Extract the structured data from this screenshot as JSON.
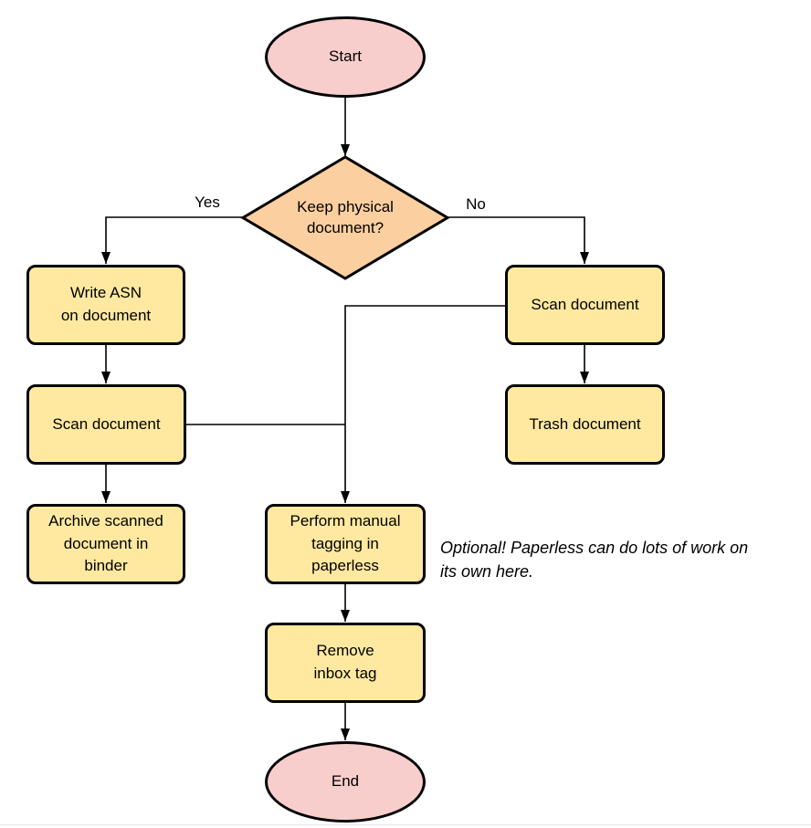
{
  "diagram_type": "flowchart",
  "colors": {
    "terminal_fill": "#f8cecc",
    "decision_fill": "#fbcfa0",
    "process_fill": "#ffe9a0",
    "stroke": "#000000"
  },
  "nodes": {
    "start": {
      "label": "Start",
      "shape": "ellipse"
    },
    "decision": {
      "label": "Keep physical\ndocument?",
      "shape": "diamond"
    },
    "write_asn": {
      "label": "Write ASN\non document",
      "shape": "process"
    },
    "scan_left": {
      "label": "Scan document",
      "shape": "process"
    },
    "archive": {
      "label": "Archive scanned\ndocument in\nbinder",
      "shape": "process"
    },
    "scan_right": {
      "label": "Scan document",
      "shape": "process"
    },
    "trash": {
      "label": "Trash document",
      "shape": "process"
    },
    "perform_tagging": {
      "label": "Perform manual\ntagging in\npaperless",
      "shape": "process"
    },
    "remove_inbox": {
      "label": "Remove\ninbox tag",
      "shape": "process"
    },
    "end": {
      "label": "End",
      "shape": "ellipse"
    }
  },
  "edge_labels": {
    "yes": "Yes",
    "no": "No"
  },
  "annotation": {
    "text": "Optional! Paperless can do lots of work on\nits own here."
  }
}
